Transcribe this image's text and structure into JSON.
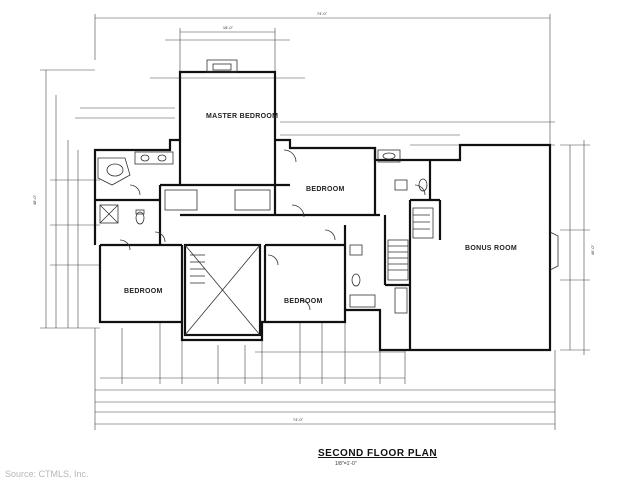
{
  "plan": {
    "title": "SECOND FLOOR PLAN",
    "scale": "1/8\"=1'-0\"",
    "source": "Source:  CTMLS, Inc."
  },
  "rooms": {
    "master_bedroom": "MASTER BEDROOM",
    "bedroom_center": "BEDROOM",
    "bedroom_left": "BEDROOM",
    "bedroom_small": "BEDROOM",
    "bonus_room": "BONUS ROOM"
  },
  "dimensions": {
    "overall_top": "74'-0\"",
    "overall_bottom": "74'-0\"",
    "master_width": "18'-0\"",
    "right_height": "46'-0\"",
    "left_height": "48'-0\""
  }
}
